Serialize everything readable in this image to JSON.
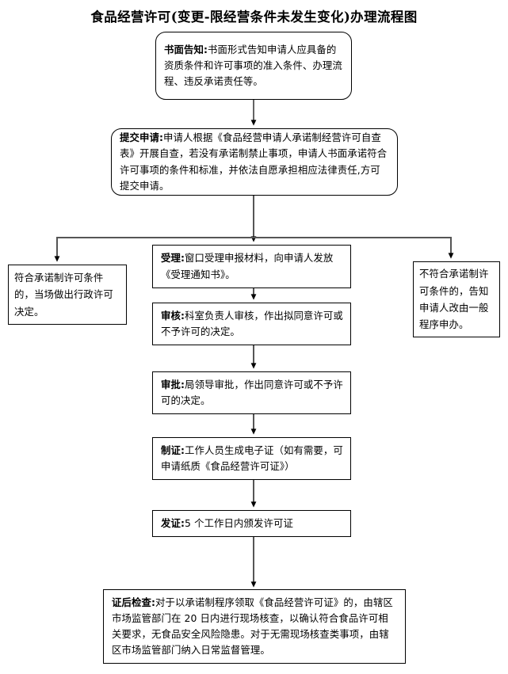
{
  "title": "食品经营许可(变更-限经营条件未发生变化)办理流程图",
  "colors": {
    "stroke": "#000000",
    "background": "#ffffff",
    "connector": "#555555",
    "text": "#000000"
  },
  "diagram": {
    "type": "flowchart",
    "nodes": [
      {
        "id": "notify",
        "shape": "rounded-rectangle",
        "label": "书面告知:",
        "body": "书面形式告知申请人应具备的资质条件和许可事项的准入条件、办理流程、违反承诺责任等。"
      },
      {
        "id": "submit",
        "shape": "rounded-rectangle",
        "label": "提交申请:",
        "body": "申请人根据《食品经营申请人承诺制经营许可自查表》开展自查，若没有承诺制禁止事项，申请人书面承诺符合许可事项的条件和标准，并依法自愿承担相应法律责任,方可提交申请。"
      },
      {
        "id": "qualified",
        "shape": "rectangle",
        "label": "",
        "body": "符合承诺制许可条件的，当场做出行政许可决定。"
      },
      {
        "id": "unqualified",
        "shape": "rectangle",
        "label": "",
        "body": "不符合承诺制许可条件的，告知申请人改由一般程序申办。"
      },
      {
        "id": "accept",
        "shape": "rectangle",
        "label": "受理:",
        "body": "窗口受理申报材料，向申请人发放《受理通知书》。"
      },
      {
        "id": "review",
        "shape": "rectangle",
        "label": "审核:",
        "body": "科室负责人审核，作出拟同意许可或不予许可的决定。"
      },
      {
        "id": "approve",
        "shape": "rectangle",
        "label": "审批:",
        "body": "局领导审批，作出同意许可或不予许可的决定。"
      },
      {
        "id": "make-cert",
        "shape": "rectangle",
        "label": "制证:",
        "body": "工作人员生成电子证（如有需要，可申请纸质《食品经营许可证》）"
      },
      {
        "id": "issue",
        "shape": "rectangle",
        "label": "发证:",
        "body": "5 个工作日内颁发许可证"
      },
      {
        "id": "postcheck",
        "shape": "rectangle",
        "label": "证后检查:",
        "body": "对于以承诺制程序领取《食品经营许可证》的，由辖区市场监管部门在 20 日内进行现场核查，以确认符合食品许可相关要求，无食品安全风险隐患。对于无需现场核查类事项，由辖区市场监管部门纳入日常监督管理。"
      }
    ],
    "edges": [
      {
        "from": "notify",
        "to": "submit",
        "style": "arrow-down"
      },
      {
        "from": "submit",
        "to": "accept",
        "style": "arrow-down"
      },
      {
        "from": "submit",
        "to": "qualified",
        "style": "branch-left"
      },
      {
        "from": "submit",
        "to": "unqualified",
        "style": "branch-right"
      },
      {
        "from": "accept",
        "to": "review",
        "style": "arrow-down"
      },
      {
        "from": "review",
        "to": "approve",
        "style": "arrow-down"
      },
      {
        "from": "approve",
        "to": "make-cert",
        "style": "arrow-down"
      },
      {
        "from": "make-cert",
        "to": "issue",
        "style": "arrow-down"
      },
      {
        "from": "issue",
        "to": "postcheck",
        "style": "arrow-down"
      }
    ]
  }
}
